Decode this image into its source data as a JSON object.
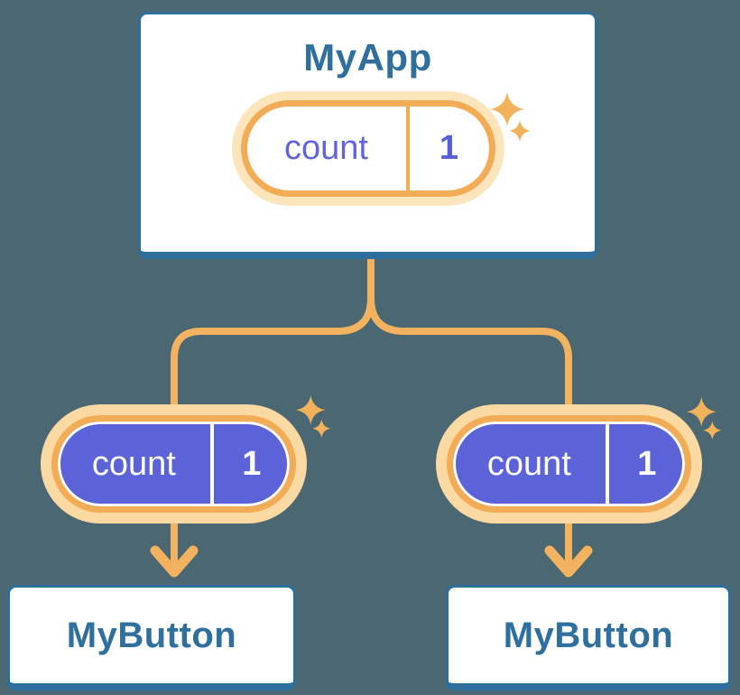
{
  "page": {
    "background_color": "#4B6872"
  },
  "colors": {
    "connector_orange": "#F2B25F",
    "pill_border_orange": "#F3AC56",
    "pill_glow_cream": "#FBDDA8",
    "state_purple": "#5C63D9",
    "component_blue": "#2E6F9E",
    "card_background": "#FFFFFF"
  },
  "tree": {
    "root": {
      "title": "MyApp",
      "state_pill": {
        "label": "count",
        "value": "1"
      }
    },
    "children": [
      {
        "title": "MyButton",
        "state_pill": {
          "label": "count",
          "value": "1"
        }
      },
      {
        "title": "MyButton",
        "state_pill": {
          "label": "count",
          "value": "1"
        }
      }
    ]
  }
}
